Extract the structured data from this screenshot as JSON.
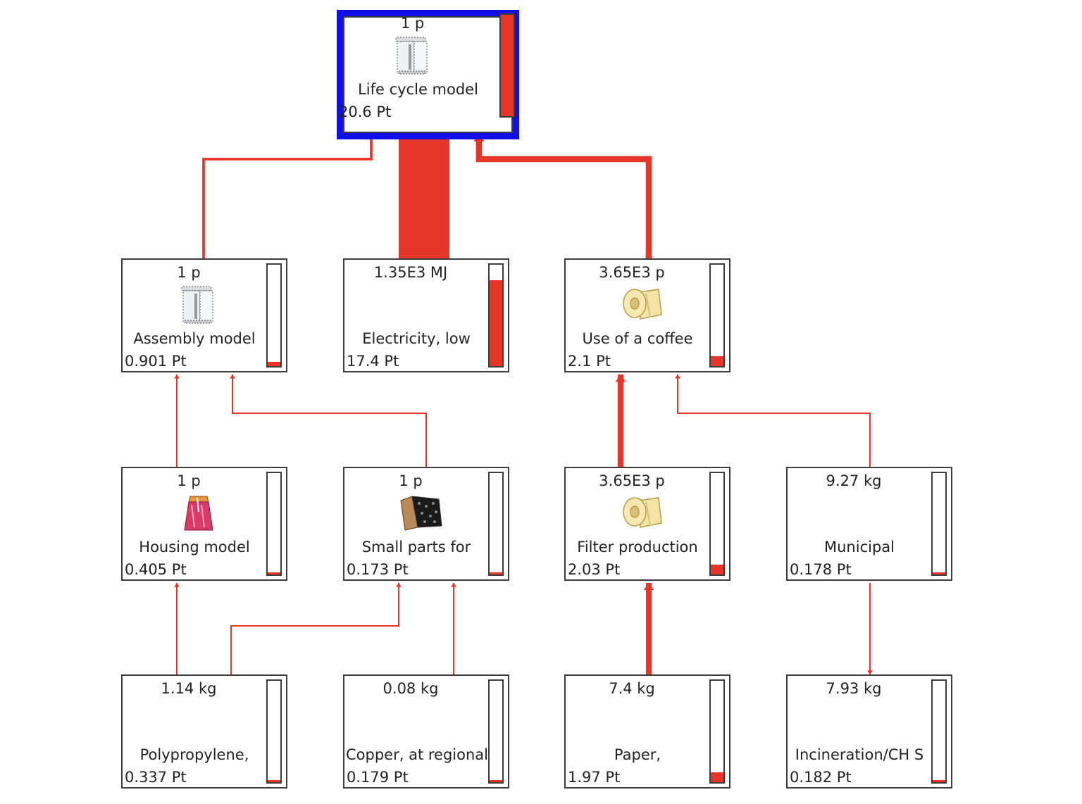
{
  "colors": {
    "flow": "#e8352a",
    "selected_border": "#1010e6",
    "node_border": "#3c3c3c"
  },
  "nodes": [
    {
      "id": "life",
      "amount": "1 p",
      "name": "Life cycle model",
      "score": "20.6 Pt",
      "bar": 1.0,
      "icon": "coffee-machine-icon",
      "selected": true
    },
    {
      "id": "assembly",
      "amount": "1 p",
      "name": "Assembly model",
      "score": "0.901 Pt",
      "bar": 0.04,
      "icon": "coffee-machine-icon"
    },
    {
      "id": "electricity",
      "amount": "1.35E3 MJ",
      "name": "Electricity, low",
      "score": "17.4 Pt",
      "bar": 0.85,
      "icon": ""
    },
    {
      "id": "usecoffee",
      "amount": "3.65E3 p",
      "name": "Use of a coffee",
      "score": "2.1 Pt",
      "bar": 0.1,
      "icon": "paper-roll-icon"
    },
    {
      "id": "housing",
      "amount": "1 p",
      "name": "Housing model",
      "score": "0.405 Pt",
      "bar": 0.02,
      "icon": "housing-icon"
    },
    {
      "id": "smallparts",
      "amount": "1 p",
      "name": "Small parts for",
      "score": "0.173 Pt",
      "bar": 0.01,
      "icon": "small-parts-icon"
    },
    {
      "id": "filter",
      "amount": "3.65E3 p",
      "name": "Filter production",
      "score": "2.03 Pt",
      "bar": 0.1,
      "icon": "paper-roll-icon"
    },
    {
      "id": "municipal",
      "amount": "9.27 kg",
      "name": "Municipal",
      "score": "0.178 Pt",
      "bar": 0.01,
      "icon": ""
    },
    {
      "id": "polypropylene",
      "amount": "1.14 kg",
      "name": "Polypropylene,",
      "score": "0.337 Pt",
      "bar": 0.02,
      "icon": ""
    },
    {
      "id": "copper",
      "amount": "0.08 kg",
      "name": "Copper, at regional",
      "score": "0.179 Pt",
      "bar": 0.01,
      "icon": ""
    },
    {
      "id": "paper",
      "amount": "7.4 kg",
      "name": "Paper,",
      "score": "1.97 Pt",
      "bar": 0.1,
      "icon": ""
    },
    {
      "id": "incineration",
      "amount": "7.93 kg",
      "name": "Incineration/CH S",
      "score": "0.182 Pt",
      "bar": 0.01,
      "icon": ""
    }
  ],
  "links": [
    {
      "from": "assembly",
      "to": "life",
      "score": 0.901
    },
    {
      "from": "electricity",
      "to": "life",
      "score": 17.4
    },
    {
      "from": "usecoffee",
      "to": "life",
      "score": 2.1
    },
    {
      "from": "housing",
      "to": "assembly",
      "score": 0.405
    },
    {
      "from": "smallparts",
      "to": "assembly",
      "score": 0.173
    },
    {
      "from": "filter",
      "to": "usecoffee",
      "score": 2.03
    },
    {
      "from": "municipal",
      "to": "usecoffee",
      "score": 0.178
    },
    {
      "from": "polypropylene",
      "to": "housing",
      "score": 0.337
    },
    {
      "from": "polypropylene",
      "to": "smallparts",
      "score": 0.1
    },
    {
      "from": "copper",
      "to": "smallparts",
      "score": 0.179
    },
    {
      "from": "paper",
      "to": "filter",
      "score": 1.97
    },
    {
      "from": "incineration",
      "to": "municipal",
      "score": 0.182
    }
  ]
}
